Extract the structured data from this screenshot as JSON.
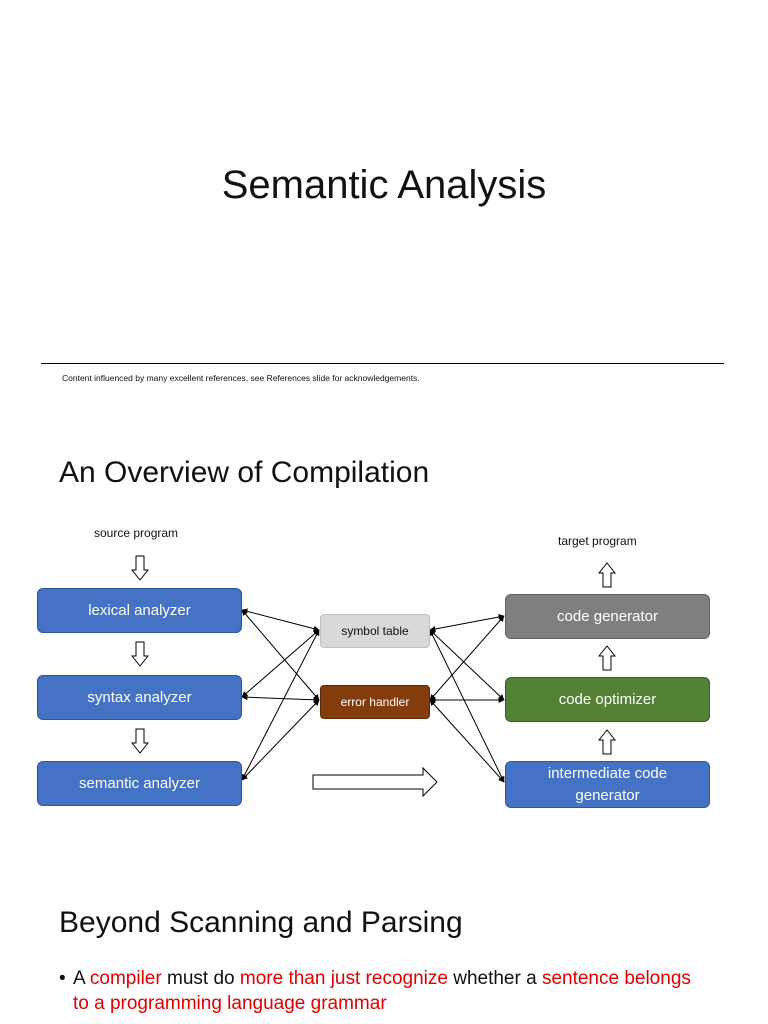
{
  "slide1": {
    "title": "Semantic Analysis",
    "credit": "Content influenced by many excellent references, see References slide for acknowledgements."
  },
  "slide2": {
    "title": "An Overview of Compilation",
    "source_label": "source program",
    "target_label": "target program",
    "boxes": {
      "lexical": "lexical analyzer",
      "syntax": "syntax analyzer",
      "semantic": "semantic analyzer",
      "symbol_table": "symbol table",
      "error_handler": "error handler",
      "code_generator": "code generator",
      "code_optimizer": "code optimizer",
      "intermediate_line1": "intermediate code",
      "intermediate_line2": "generator"
    },
    "colors": {
      "blue": "#4472c4",
      "gray": "#7f7f7f",
      "green": "#548235",
      "symbol": "#d9d9d9",
      "error": "#843c0c"
    }
  },
  "slide3": {
    "title": "Beyond Scanning and Parsing",
    "bullet_char": "•",
    "bullet": {
      "p1": "A ",
      "p2": "compiler",
      "p3": " must do ",
      "p4": "more than just recognize",
      "p5": " whether a ",
      "p6": "sentence belongs to a programming language grammar",
      "highlight_color": "#e00000"
    }
  }
}
